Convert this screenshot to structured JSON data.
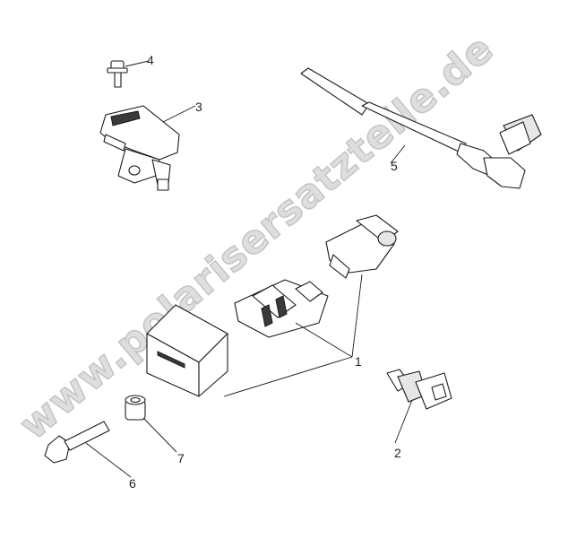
{
  "watermark": "www.polarisersatzteile.de",
  "callouts": [
    "1",
    "2",
    "3",
    "4",
    "5",
    "6",
    "7"
  ]
}
